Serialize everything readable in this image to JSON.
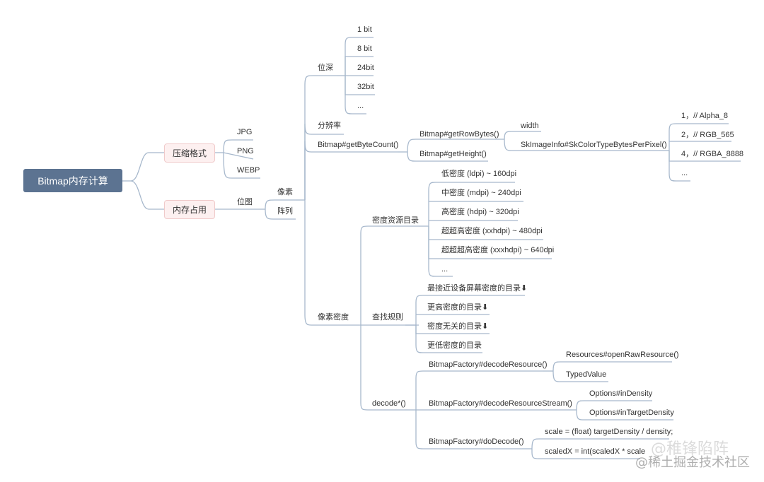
{
  "root": "Bitmap内存计算",
  "topics": {
    "compress_format": "压缩格式",
    "memory_usage": "内存占用"
  },
  "formats": [
    "JPG",
    "PNG",
    "WEBP"
  ],
  "bitmap": "位图",
  "pixel": "像素",
  "array": "阵列",
  "bit_depth": {
    "label": "位深",
    "items": [
      "1 bit",
      "8 bit",
      "24bit",
      "32bit",
      "..."
    ]
  },
  "resolution": "分辨率",
  "byte_count": {
    "label": "Bitmap#getByteCount()",
    "row_bytes": "Bitmap#getRowBytes()",
    "height": "Bitmap#getHeight()",
    "width": "width",
    "bytes_per_pixel": "SkImageInfo#SkColorTypeBytesPerPixel()",
    "types": [
      "1，// Alpha_8",
      "2，// RGB_565",
      "4，// RGBA_8888",
      "..."
    ]
  },
  "pixel_density": {
    "label": "像素密度",
    "res_dir": {
      "label": "密度资源目录",
      "items": [
        "低密度 (ldpi) ~ 160dpi",
        "中密度 (mdpi) ~ 240dpi",
        "高密度 (hdpi) ~ 320dpi",
        "超超高密度 (xxhdpi) ~ 480dpi",
        "超超超高密度 (xxxhdpi) ~ 640dpi",
        "..."
      ]
    },
    "lookup": {
      "label": "查找规则",
      "items": [
        "最接近设备屏幕密度的目录⬇",
        "更高密度的目录⬇",
        "密度无关的目录⬇",
        "更低密度的目录"
      ]
    },
    "decode": {
      "label": "decode*()",
      "decode_resource": "BitmapFactory#decodeResource()",
      "open_raw": "Resources#openRawResource()",
      "typed_value": "TypedValue",
      "decode_stream": "BitmapFactory#decodeResourceStream()",
      "in_density": "Options#inDensity",
      "in_target_density": "Options#inTargetDensity",
      "do_decode": "BitmapFactory#doDecode()",
      "scale": "scale = (float) targetDensity / density;",
      "scaled_x": "scaledX = int(scaledX * scale"
    }
  },
  "watermark": {
    "line1": "@稚锋陷阵",
    "line2": "@稀土掘金技术社区"
  }
}
